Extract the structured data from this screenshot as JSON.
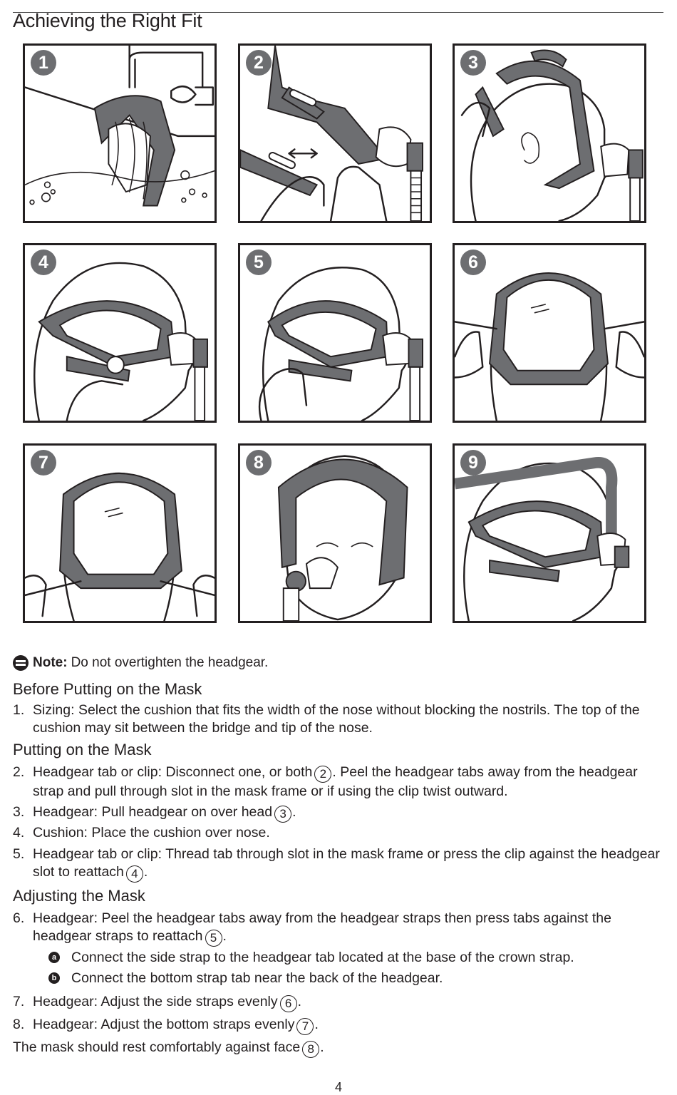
{
  "page": {
    "title": "Achieving the Right Fit",
    "page_number": "4"
  },
  "figures": [
    {
      "step": "1"
    },
    {
      "step": "2"
    },
    {
      "step": "3"
    },
    {
      "step": "4"
    },
    {
      "step": "5"
    },
    {
      "step": "6"
    },
    {
      "step": "7"
    },
    {
      "step": "8"
    },
    {
      "step": "9"
    }
  ],
  "note": {
    "label": "Note:",
    "text": "Do not overtighten the headgear."
  },
  "sections": {
    "before": {
      "heading": "Before Putting on the Mask",
      "item1": {
        "num": "1.",
        "text": "Sizing: Select the cushion that fits the width of the nose without blocking the nostrils. The top of the cushion may sit between the bridge and tip of the nose."
      }
    },
    "putting": {
      "heading": "Putting on the Mask",
      "item2": {
        "num": "2.",
        "text_a": "Headgear tab or clip: Disconnect one, or both",
        "ref": "2",
        "text_b": ". Peel the headgear tabs away from the headgear strap and pull through slot in the mask frame or if using the clip twist outward."
      },
      "item3": {
        "num": "3.",
        "text_a": "Headgear: Pull headgear on over head",
        "ref": "3",
        "text_b": "."
      },
      "item4": {
        "num": "4.",
        "text_a": "Cushion: Place the cushion over nose."
      },
      "item5": {
        "num": "5.",
        "text_a": "Headgear tab or clip: Thread tab through slot in the mask frame or press the clip against the headgear slot to reattach",
        "ref": "4",
        "text_b": "."
      }
    },
    "adjusting": {
      "heading": "Adjusting the Mask",
      "item6": {
        "num": "6.",
        "text_a": "Headgear: Peel the headgear tabs away from the headgear straps then press tabs against the headgear straps to reattach",
        "ref": "5",
        "text_b": "."
      },
      "sub_a": {
        "marker": "a",
        "text": "Connect the side strap to the headgear tab located at the base of the crown strap."
      },
      "sub_b": {
        "marker": "b",
        "text": "Connect the bottom strap tab near the back of the headgear."
      },
      "item7": {
        "num": "7.",
        "text_a": "Headgear: Adjust the side straps evenly",
        "ref": "6",
        "text_b": "."
      },
      "item8": {
        "num": "8.",
        "text_a": "Headgear: Adjust the bottom straps evenly",
        "ref": "7",
        "text_b": "."
      },
      "final": {
        "text_a": "The mask should rest comfortably against face",
        "ref": "8",
        "text_b": "."
      }
    }
  }
}
